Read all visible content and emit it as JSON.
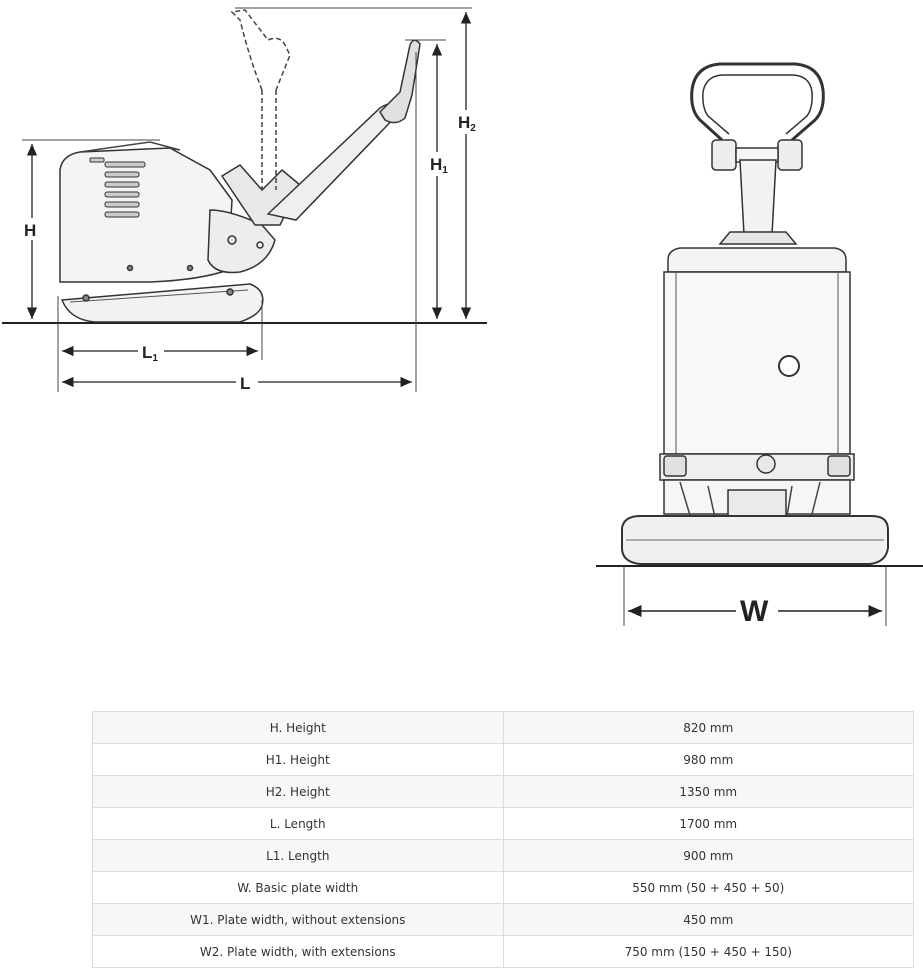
{
  "side_view": {
    "labels": {
      "h": "H",
      "h1_main": "H",
      "h1_sub": "1",
      "h2_main": "H",
      "h2_sub": "2",
      "l1_main": "L",
      "l1_sub": "1",
      "l": "L"
    }
  },
  "front_view": {
    "labels": {
      "w": "W"
    }
  },
  "specs": {
    "rows": [
      {
        "param": "H. Height",
        "value": "820 mm"
      },
      {
        "param": "H1. Height",
        "value": "980 mm"
      },
      {
        "param": "H2. Height",
        "value": "1350 mm"
      },
      {
        "param": "L. Length",
        "value": "1700 mm"
      },
      {
        "param": "L1. Length",
        "value": "900 mm"
      },
      {
        "param": "W. Basic plate width",
        "value": "550 mm (50 + 450 + 50)"
      },
      {
        "param": "W1. Plate width, without extensions",
        "value": "450 mm"
      },
      {
        "param": "W2. Plate width, with extensions",
        "value": "750 mm (150 + 450 + 150)"
      }
    ]
  }
}
